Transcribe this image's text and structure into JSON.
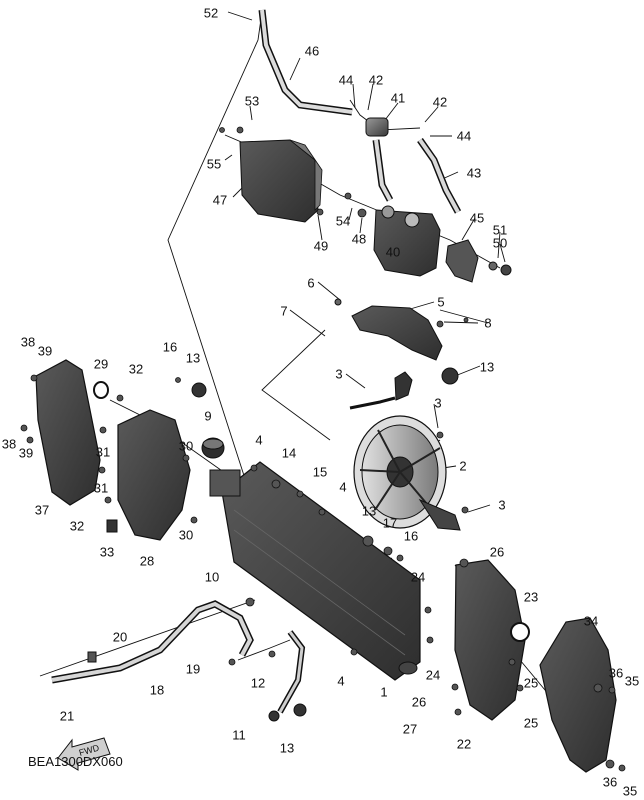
{
  "diagram": {
    "code": "BEA1300DX060",
    "arrow_label": "FWD",
    "callouts": [
      "52",
      "46",
      "44",
      "42",
      "41",
      "42",
      "44",
      "43",
      "53",
      "55",
      "47",
      "54",
      "49",
      "48",
      "45",
      "51",
      "50",
      "40",
      "6",
      "5",
      "7",
      "8",
      "13",
      "3",
      "38",
      "39",
      "29",
      "32",
      "16",
      "13",
      "9",
      "3",
      "2",
      "38",
      "39",
      "37",
      "31",
      "31",
      "30",
      "4",
      "14",
      "15",
      "4",
      "32",
      "33",
      "28",
      "30",
      "13",
      "17",
      "16",
      "3",
      "10",
      "24",
      "26",
      "23",
      "34",
      "20",
      "19",
      "18",
      "12",
      "4",
      "1",
      "24",
      "26",
      "25",
      "36",
      "35",
      "21",
      "11",
      "13",
      "27",
      "22",
      "25",
      "36",
      "35"
    ]
  }
}
